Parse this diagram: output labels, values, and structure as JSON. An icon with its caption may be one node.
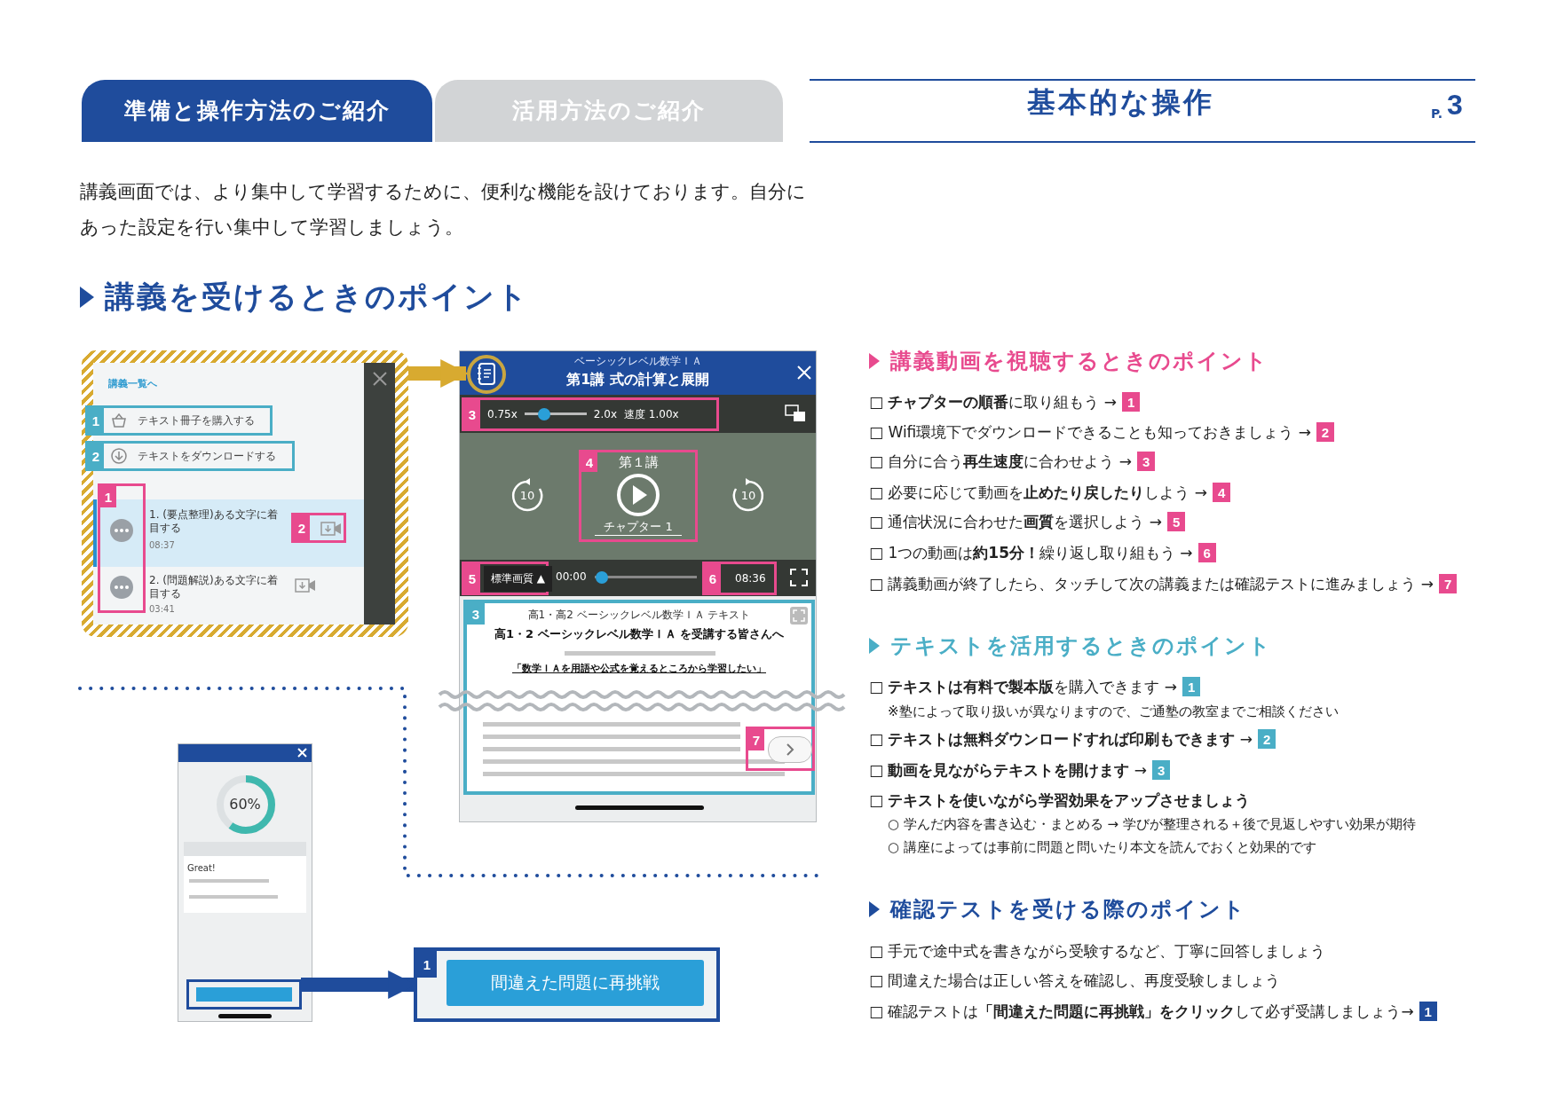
{
  "diagram": {
    "title": "基本的な操作",
    "nodes": [
      {
        "text": [
          "準備と操作方法のご紹介"
        ]
      },
      {
        "text": [
          "活用方法のご紹介"
        ]
      },
      {
        "text": [
          "講義一覧へ",
          "1. (要点整理)ある文字に着目する",
          "08:37",
          "2. (問題解説)ある文字に着目する",
          "03:41"
        ]
      },
      {
        "text": [
          "1",
          "テキスト冊子を購入する"
        ],
        "in": 2
      },
      {
        "text": [
          "2",
          "テキストをダウンロードする"
        ],
        "in": 2
      },
      {
        "text": [
          "1"
        ],
        "in": 2
      },
      {
        "text": [
          "2"
        ],
        "in": 2
      },
      {
        "text": [
          "ベーシックレベル数学ＩＡ",
          "第1講 式の計算と展開",
          "10",
          "10",
          "00:00"
        ]
      },
      {
        "text": [],
        "shape": "circle",
        "in": 7
      },
      {
        "text": [
          "3",
          "0.75x",
          "2.0x",
          "速度 1.00x"
        ],
        "in": 7
      },
      {
        "text": [
          "4",
          "第１講",
          "チャプター 1"
        ],
        "in": 7
      },
      {
        "text": [
          "5",
          "標準画質 ▲"
        ],
        "in": 7
      },
      {
        "text": [
          "6",
          "08:36"
        ],
        "in": 7
      },
      {
        "text": [
          "3",
          "高1・高2 ベーシックレベル数学ＩＡ テキスト",
          "高1・2 ベーシックレベル数学ＩＡ を受講する皆さんへ",
          "「数学ＩＡを用語や公式を覚えるところから学習したい」"
        ],
        "in": 7
      },
      {
        "text": [
          "7"
        ],
        "in": 13
      },
      {
        "text": [
          "60%",
          "Great!"
        ]
      },
      {
        "text": [],
        "shape": "box",
        "in": 15
      },
      {
        "text": [
          "1",
          "間違えた問題に再挑戦"
        ]
      }
    ],
    "edges": [
      {
        "from": 2,
        "to": 8,
        "arrow": "to",
        "color": "#d8aa30"
      },
      {
        "from": 16,
        "to": 17,
        "arrow": "to",
        "color": "#1f4c9c"
      }
    ],
    "labels": [
      "P.",
      "3",
      "講義画面では、より集中して学習するために、便利な機能を設けております。自分にあった設定を行い集中して学習しましょう。",
      "講義を受けるときのポイント",
      "講義動画を視聴するときのポイント",
      "□ **チャプターの順番**に取り組もう →",
      "1",
      "□ Wifi環境下でダウンロードできることも知っておきましょう →",
      "2",
      "□ 自分に合う**再生速度**に合わせよう →",
      "3",
      "□ 必要に応じて動画を**止めたり戻したり**しよう →",
      "4",
      "□ 通信状況に合わせた**画質**を選択しよう →",
      "5",
      "□ 1つの動画は**約15分！**繰り返し取り組もう →",
      "6",
      "□ 講義動画が終了したら、タッチして次の講義または確認テストに進みましょう →",
      "7",
      "テキストを活用するときのポイント",
      "□ **テキストは有料で製本版**を購入できます →",
      "1",
      "※塾によって取り扱いが異なりますので、ご通塾の教室までご相談ください",
      "□ **テキストは無料ダウンロードすれば印刷もできます** →",
      "2",
      "□ **動画を見ながらテキストを開けます** →",
      "3",
      "□ **テキストを使いながら学習効果をアップさせましょう**",
      "○ 学んだ内容を書き込む・まとめる → 学びが整理される＋後で見返しやすい効果が期待",
      "○ 講座によっては事前に問題と問いたり本文を読んでおくと効果的です",
      "確認テストを受ける際のポイント",
      "□ 手元で途中式を書きながら受験するなど、丁寧に回答しましょう",
      "□ 間違えた場合は正しい答えを確認し、再度受験しましょう",
      "□ 確認テストは**「間違えた問題に再挑戦」をクリック**して必ず受講しましょう→",
      "1"
    ]
  }
}
